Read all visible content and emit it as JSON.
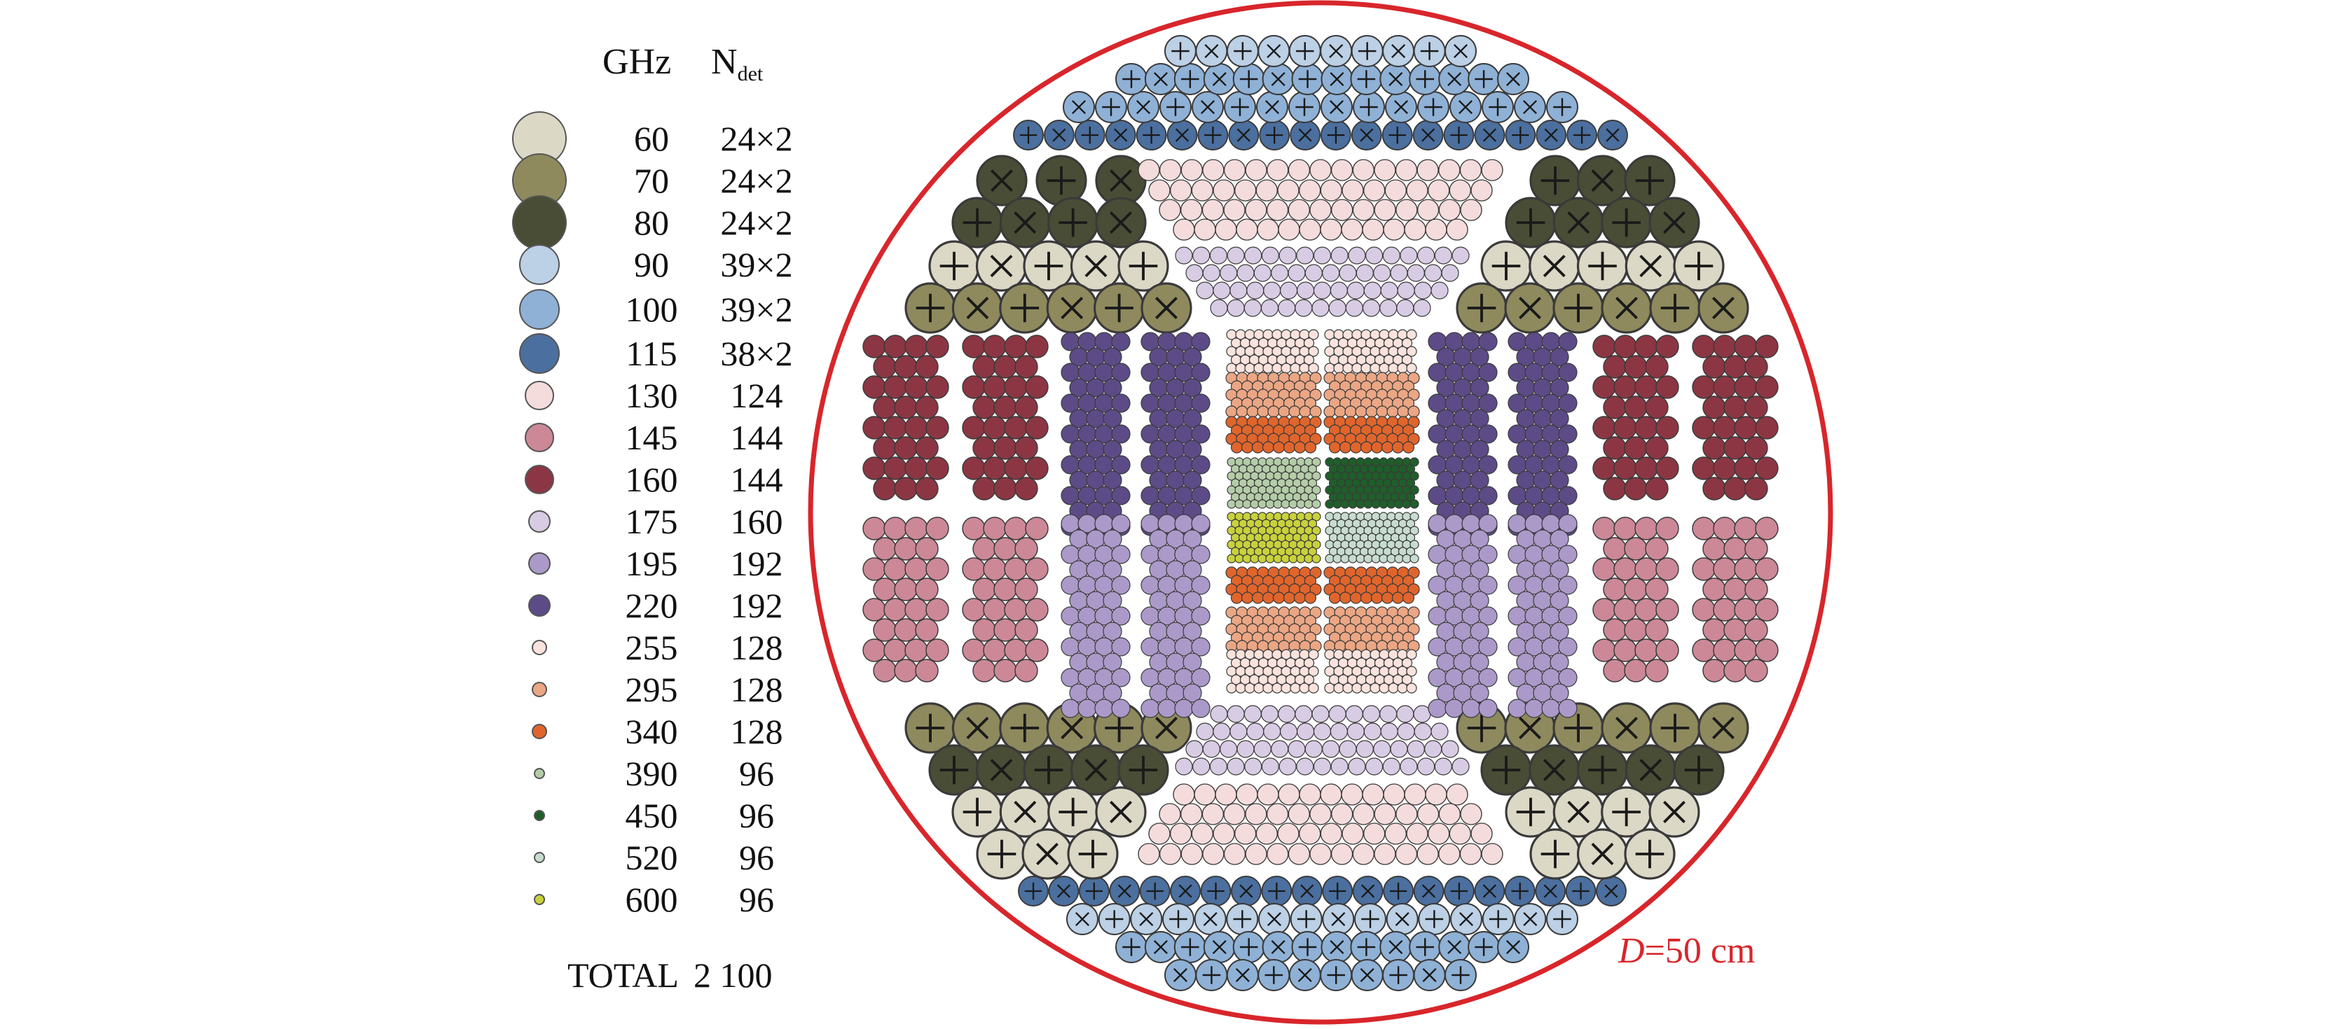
{
  "legend": {
    "header_freq": "GHz",
    "header_ndet_main": "N",
    "header_ndet_sub": "det",
    "rows": [
      {
        "freq": "60",
        "ndet": "24×2",
        "color": "#dcd8c6"
      },
      {
        "freq": "70",
        "ndet": "24×2",
        "color": "#8e8a5e"
      },
      {
        "freq": "80",
        "ndet": "24×2",
        "color": "#4a4d35"
      },
      {
        "freq": "90",
        "ndet": "39×2",
        "color": "#bcd0e6"
      },
      {
        "freq": "100",
        "ndet": "39×2",
        "color": "#8fb1d6"
      },
      {
        "freq": "115",
        "ndet": "38×2",
        "color": "#4b6f9e"
      },
      {
        "freq": "130",
        "ndet": "124",
        "color": "#f5dcdc"
      },
      {
        "freq": "145",
        "ndet": "144",
        "color": "#cc8897"
      },
      {
        "freq": "160",
        "ndet": "144",
        "color": "#8c3643"
      },
      {
        "freq": "175",
        "ndet": "160",
        "color": "#d8cce4"
      },
      {
        "freq": "195",
        "ndet": "192",
        "color": "#ab99c9"
      },
      {
        "freq": "220",
        "ndet": "192",
        "color": "#5c4b86"
      },
      {
        "freq": "255",
        "ndet": "128",
        "color": "#f9e3dc"
      },
      {
        "freq": "295",
        "ndet": "128",
        "color": "#eba684"
      },
      {
        "freq": "340",
        "ndet": "128",
        "color": "#e0652c"
      },
      {
        "freq": "390",
        "ndet": "96",
        "color": "#b4cda8"
      },
      {
        "freq": "450",
        "ndet": "96",
        "color": "#1f5e2a"
      },
      {
        "freq": "520",
        "ndet": "96",
        "color": "#c7dccf"
      },
      {
        "freq": "600",
        "ndet": "96",
        "color": "#c9d13c"
      }
    ],
    "total_label": "TOTAL",
    "total_value": "2 100"
  },
  "focal_plane": {
    "diameter_var": "D",
    "diameter_text": "=50 cm",
    "outline_color": "#d8262b"
  }
}
